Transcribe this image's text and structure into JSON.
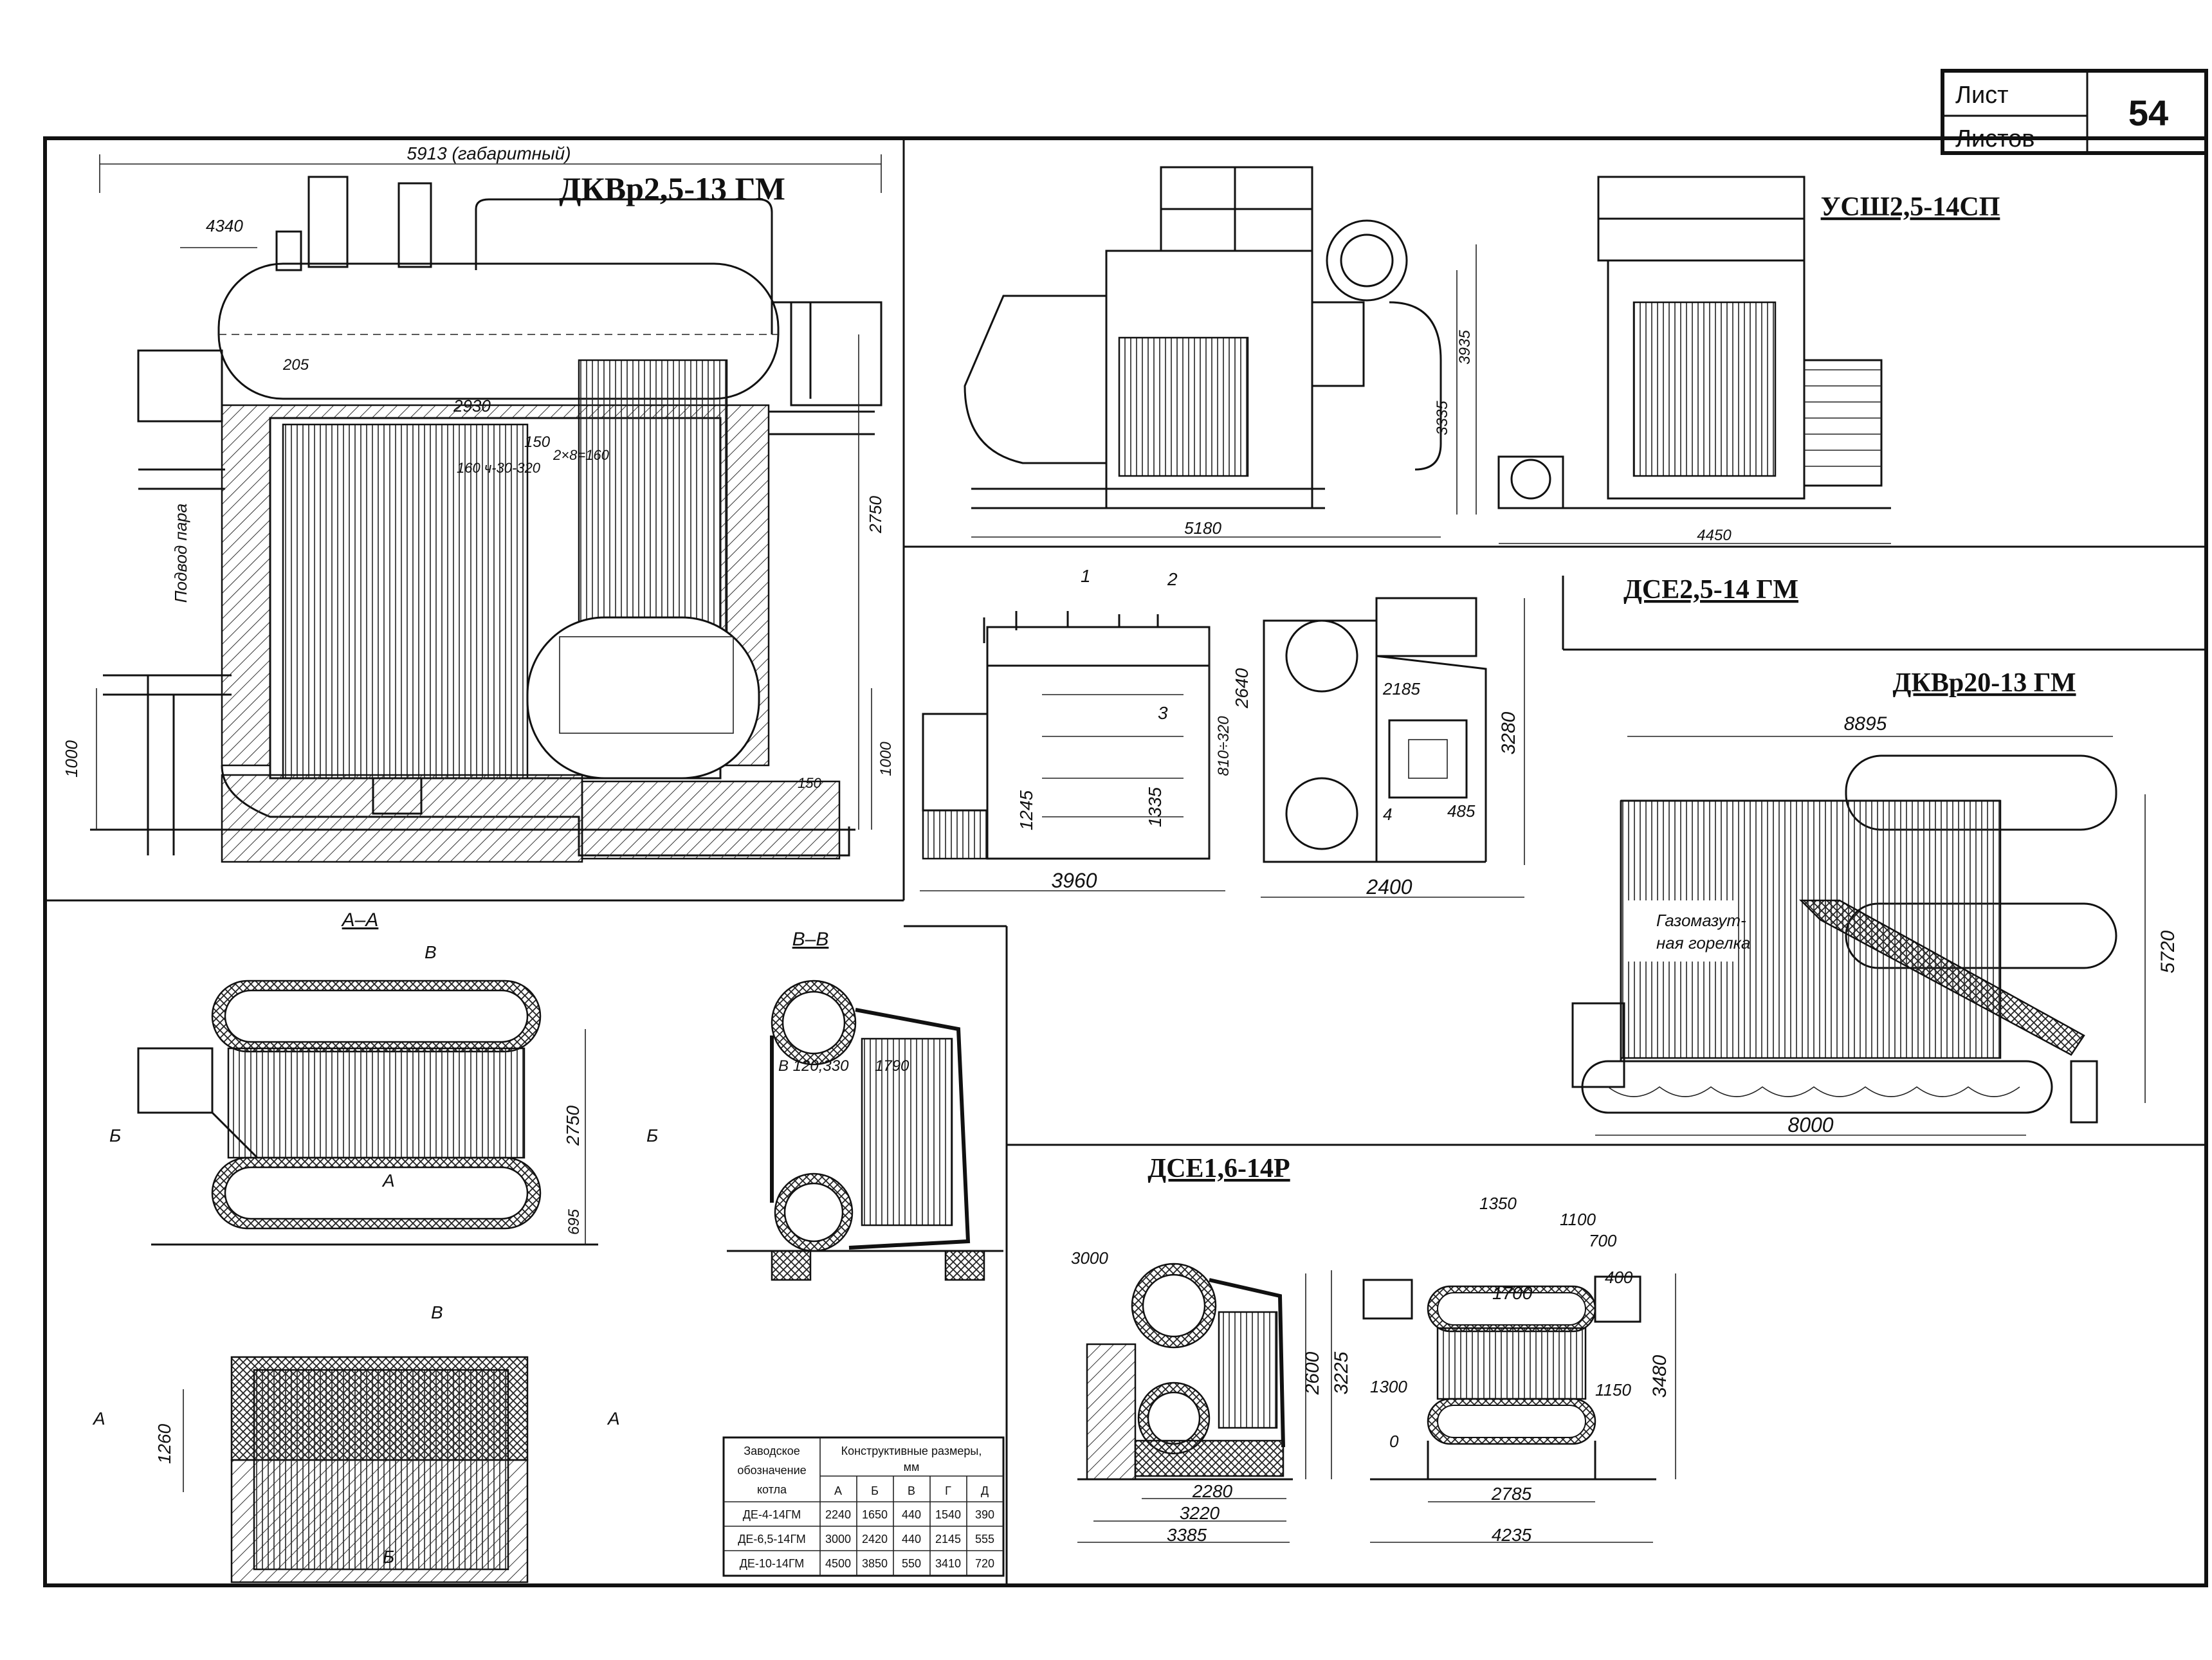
{
  "sheet": {
    "list_label": "Лист",
    "lists_label": "Листов",
    "number": "54"
  },
  "titles": {
    "dkvr25": "ДКВр2,5-13 ГМ",
    "ush25": "УСШ2,5-14СП",
    "dse25": "ДСЕ2,5-14 ГМ",
    "dkvr20": "ДКВр20-13 ГМ",
    "dse16": "ДСЕ1,6-14Р"
  },
  "sections": {
    "aa": "А–А",
    "vv": "В–В",
    "b": "Б",
    "v": "В",
    "a": "А"
  },
  "dkvr25": {
    "overall": "5913 (габаритный)",
    "h4340": "4340",
    "d205": "205",
    "d2930": "2930",
    "d150": "150",
    "step_a": "160 ч-30-320",
    "step_b": "2×8=160",
    "steam": "Подвод пара",
    "h2750": "2750",
    "h1000a": "1000",
    "h1000b": "1000",
    "d150b": "150"
  },
  "ush25": {
    "w5180": "5180",
    "h3335": "3335",
    "h3935": "3935",
    "w4450": "4450"
  },
  "dse25": {
    "c1": "1",
    "c2": "2",
    "c3": "3",
    "c4": "4",
    "h2640": "2640",
    "r810": "810÷320",
    "h1245": "1245",
    "h1335": "1335",
    "w3960": "3960",
    "l2185": "2185",
    "h3280": "3280",
    "l485": "485",
    "w2400": "2400"
  },
  "dkvr20": {
    "w8895": "8895",
    "burner1": "Газомазут-",
    "burner2": "ная горелка",
    "h5720": "5720",
    "w8000": "8000"
  },
  "de": {
    "h2750": "2750",
    "h695": "695",
    "a": "А",
    "h1260": "1260",
    "b": "Б",
    "d120": "В 120,330",
    "d1790": "1790"
  },
  "dse16": {
    "d1350": "1350",
    "d1100": "1100",
    "d700": "700",
    "d3000": "3000",
    "d1700": "1700",
    "d400": "400",
    "h2600": "2600",
    "h3225": "3225",
    "d1300": "1300",
    "d1150": "1150",
    "h3480": "3480",
    "d0": "0",
    "w2280": "2280",
    "w3220": "3220",
    "w3385": "3385",
    "w2785": "2785",
    "w4235": "4235"
  },
  "table": {
    "h_mark": [
      "Заводское",
      "обозначение",
      "котла"
    ],
    "h_dims": [
      "Конструктивные размеры,",
      "мм"
    ],
    "cols": [
      "А",
      "Б",
      "В",
      "Г",
      "Д"
    ],
    "rows": [
      [
        "ДЕ-4-14ГМ",
        "2240",
        "1650",
        "440",
        "1540",
        "390"
      ],
      [
        "ДЕ-6,5-14ГМ",
        "3000",
        "2420",
        "440",
        "2145",
        "555"
      ],
      [
        "ДЕ-10-14ГМ",
        "4500",
        "3850",
        "550",
        "3410",
        "720"
      ]
    ]
  }
}
